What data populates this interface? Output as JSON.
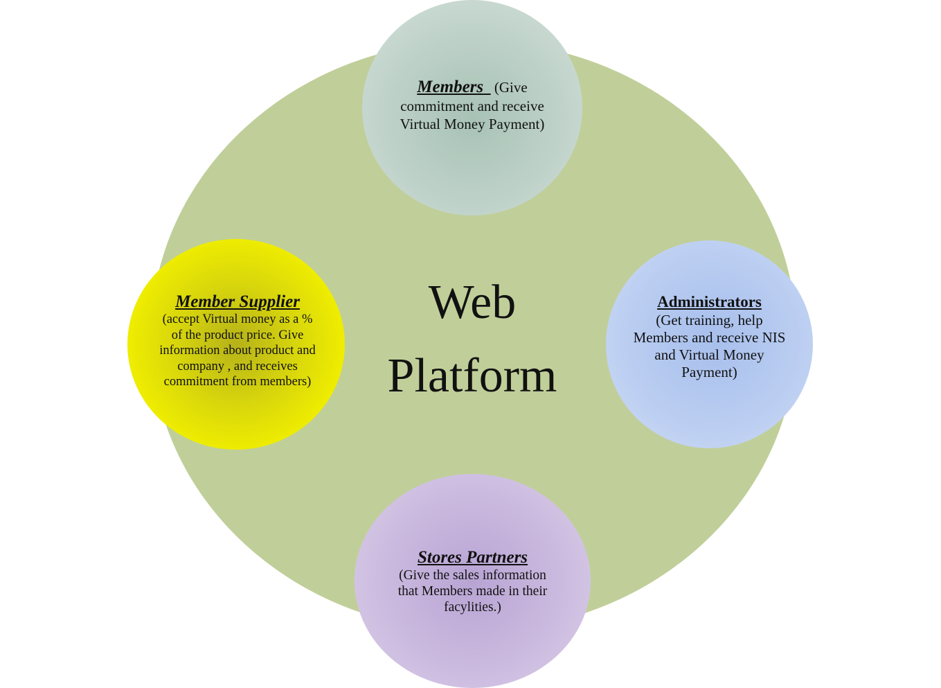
{
  "center": {
    "line1": "Web",
    "line2": "Platform"
  },
  "nodes": {
    "members": {
      "title": "Members",
      "description": " (Give commitment and receive Virtual Money Payment)"
    },
    "member_supplier": {
      "title": "Member Supplier",
      "description": "(accept Virtual money as a % of the product price. Give information about product and company , and receives commitment from members)"
    },
    "administrators": {
      "title": "Administrators",
      "description": "(Get training, help Members and receive NIS and Virtual Money Payment)"
    },
    "stores_partners": {
      "title": "Stores Partners",
      "description": "(Give the sales information that Members made in their facylities.)"
    }
  },
  "colors": {
    "platform": "#c0cf99",
    "members": "#bfd2c9",
    "member_supplier": "#eeec00",
    "administrators": "#bacdf1",
    "stores_partners": "#cbbadf"
  }
}
